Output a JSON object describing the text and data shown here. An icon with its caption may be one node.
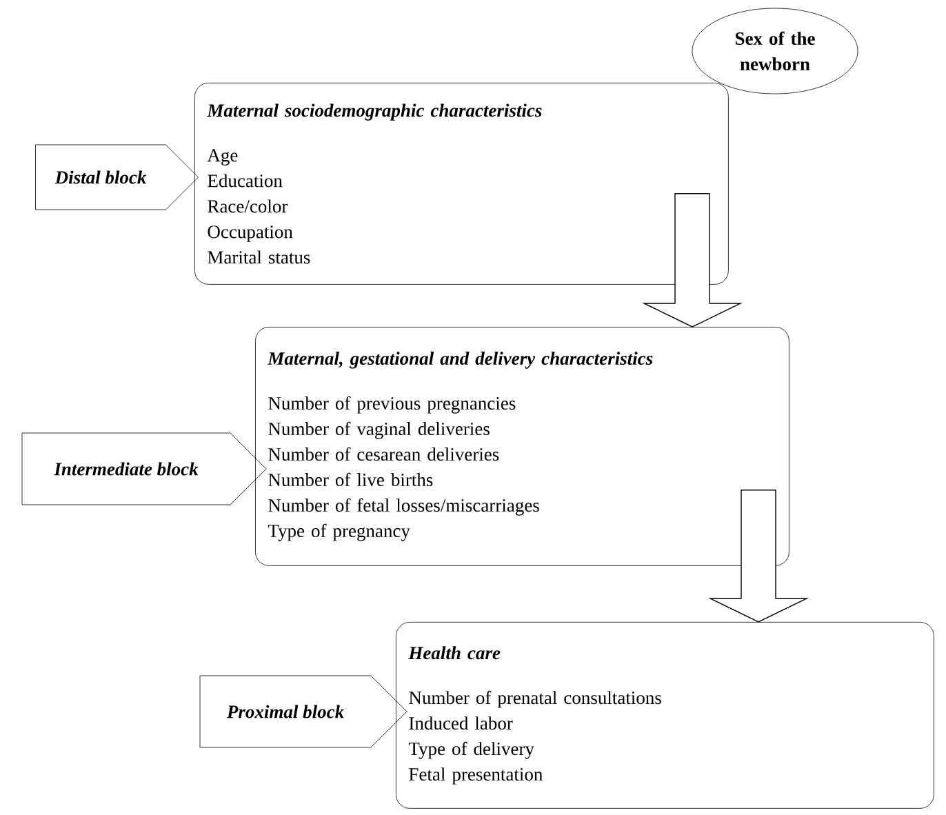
{
  "diagram": {
    "nodes": [
      {
        "text": [
          "Sex of the newborn"
        ]
      },
      {
        "text": [
          "Maternal sociodemographic characteristics",
          "Age",
          "Education",
          "Race/color",
          "Occupation",
          "Marital status"
        ]
      },
      {
        "text": [
          "Distal block"
        ]
      },
      {
        "text": [
          "Maternal, gestational and delivery characteristics",
          "Number of previous pregnancies",
          "Number of vaginal deliveries",
          "Number of cesarean deliveries",
          "Number of live births",
          "Number of fetal losses/miscarriages",
          "Type of pregnancy"
        ]
      },
      {
        "text": [
          "Intermediate block"
        ]
      },
      {
        "text": [
          "Health care",
          "Number of prenatal consultations",
          "Induced labor",
          "Type of delivery",
          "Fetal presentation"
        ]
      },
      {
        "text": [
          "Proximal block"
        ]
      }
    ],
    "edges": [
      {
        "from": 1,
        "to": 3,
        "arrow": "to"
      },
      {
        "from": 3,
        "to": 5,
        "arrow": "to"
      }
    ]
  }
}
